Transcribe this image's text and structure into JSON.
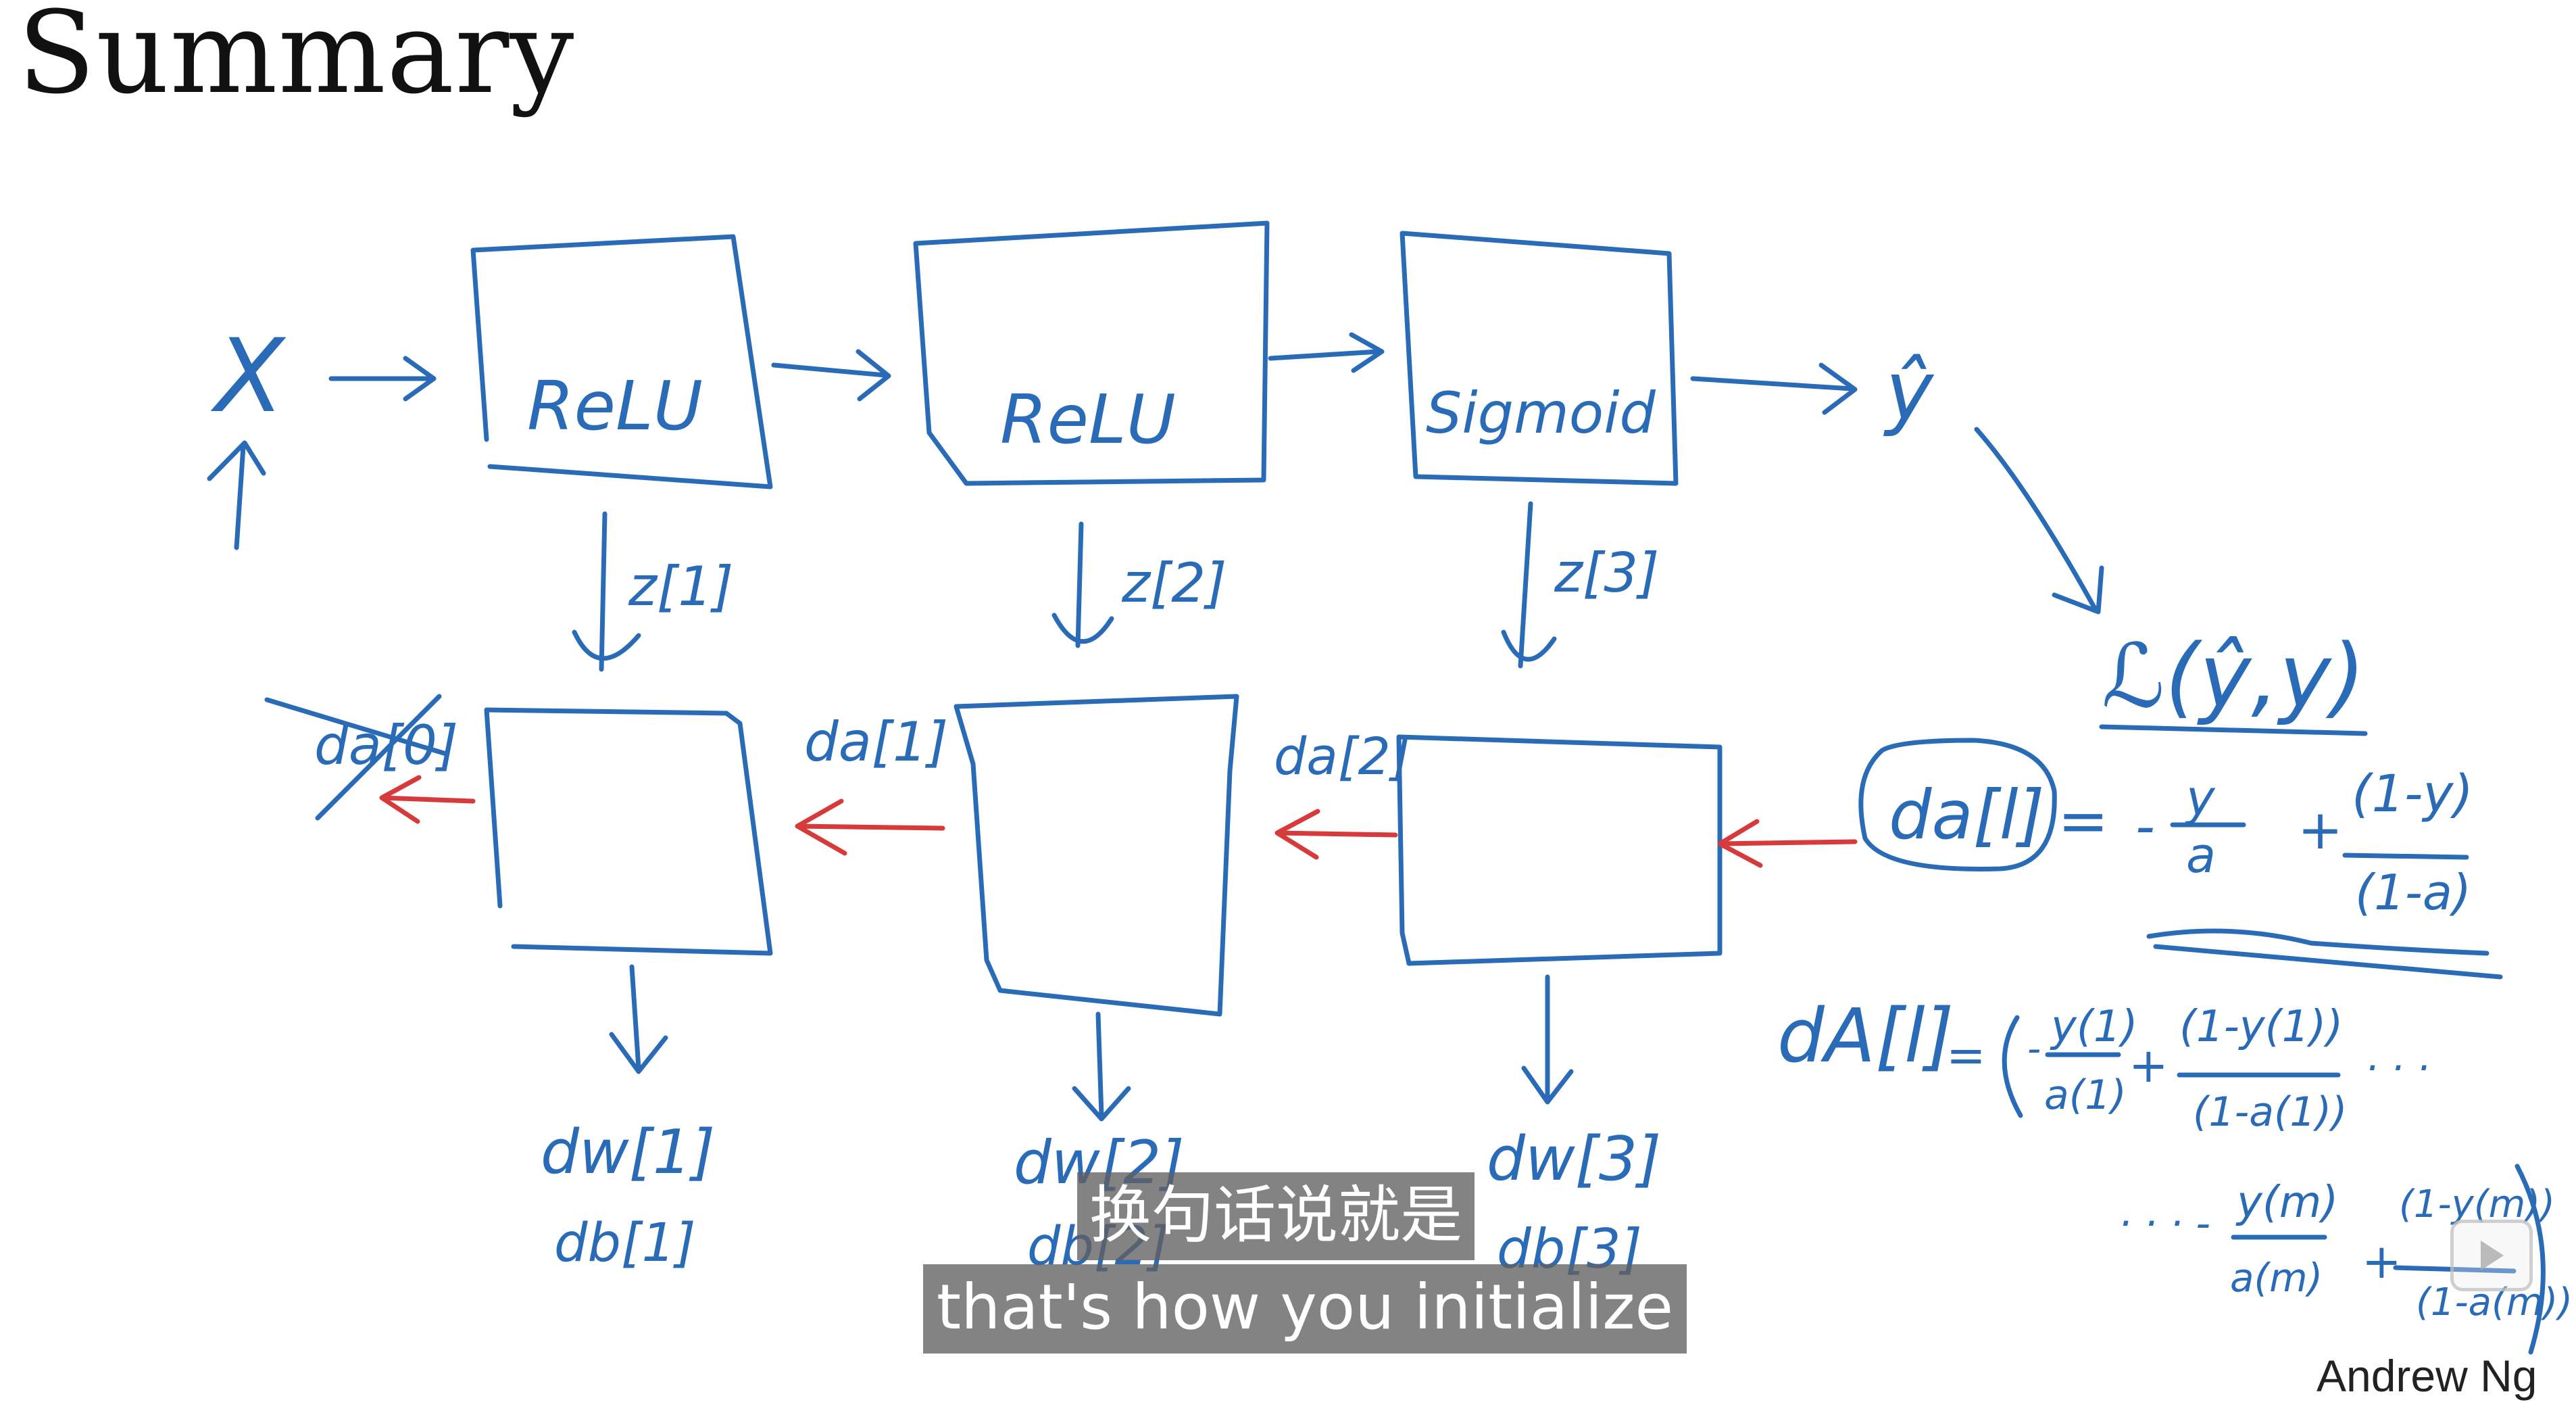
{
  "title": "Summary",
  "diagram": {
    "input": "X",
    "output": "ŷ",
    "forward_layers": [
      "ReLU",
      "ReLU",
      "Sigmoid"
    ],
    "caches": [
      "z[1]",
      "z[2]",
      "z[3]"
    ],
    "backward_grads": [
      "da[0]",
      "da[1]",
      "da[2]"
    ],
    "param_grads": [
      {
        "dw": "dw[1]",
        "db": "db[1]"
      },
      {
        "dw": "dw[2]",
        "db": "db[2]"
      },
      {
        "dw": "dw[3]",
        "db": "db[3]"
      }
    ],
    "loss": "ℒ(ŷ,y)",
    "loss_grad": "da[l]",
    "loss_grad_formula": {
      "term1_num": "y",
      "term1_den": "a",
      "term2_num": "(1-y)",
      "term2_den": "(1-a)"
    },
    "vectorized": {
      "label": "dA[l]",
      "row1": {
        "n1": "y(1)",
        "d1": "a(1)",
        "n2": "(1-y(1))",
        "d2": "(1-a(1))"
      },
      "row2": {
        "n1": "y(m)",
        "d1": "a(m)",
        "n2": "(1-y(m))",
        "d2": "(1-a(m))"
      }
    },
    "colors": {
      "ink": "#2a6bb8",
      "backprop_arrow": "#d63a3a"
    }
  },
  "subtitles": {
    "chinese": "换句话说就是",
    "english": "that's how you initialize"
  },
  "credit": "Andrew Ng"
}
